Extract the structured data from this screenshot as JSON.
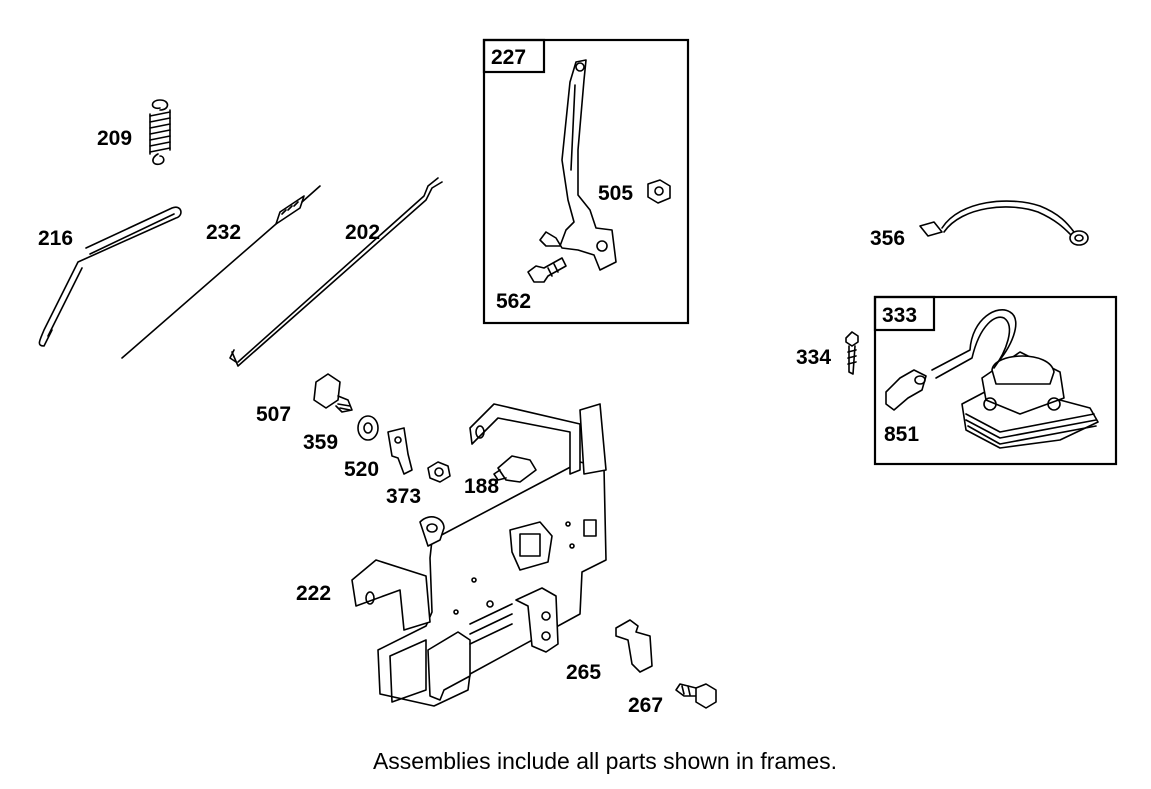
{
  "callouts": {
    "p209": "209",
    "p216": "216",
    "p232": "232",
    "p202": "202",
    "p227": "227",
    "p505": "505",
    "p562": "562",
    "p356": "356",
    "p333": "333",
    "p334": "334",
    "p851": "851",
    "p507": "507",
    "p359": "359",
    "p520": "520",
    "p373": "373",
    "p188": "188",
    "p222": "222",
    "p265": "265",
    "p267": "267"
  },
  "caption": "Assemblies include all parts shown in frames."
}
